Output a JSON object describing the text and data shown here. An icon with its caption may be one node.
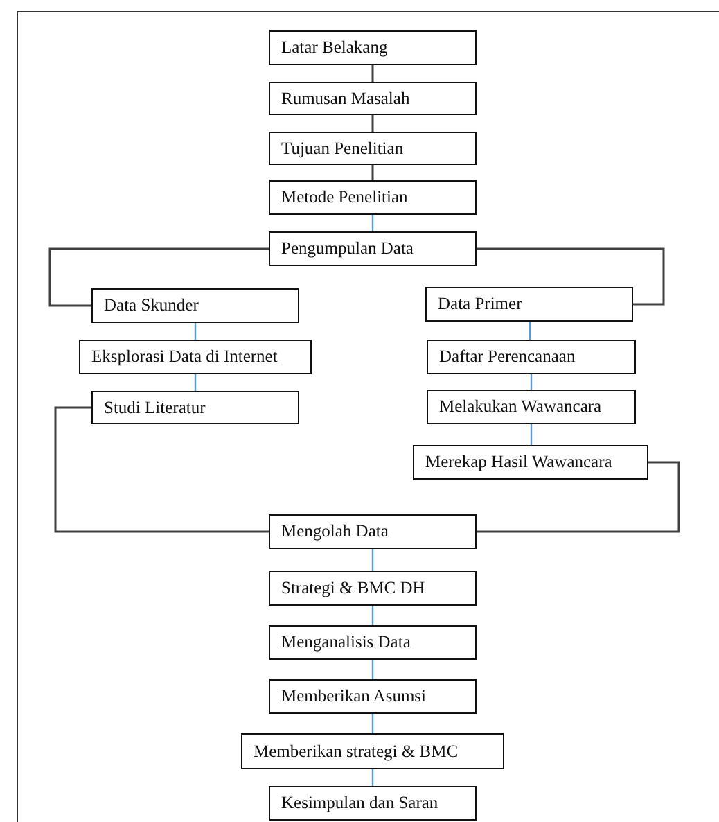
{
  "diagram": {
    "nodes": [
      {
        "text": [
          "Latar Belakang"
        ]
      },
      {
        "text": [
          "Rumusan Masalah"
        ]
      },
      {
        "text": [
          "Tujuan Penelitian"
        ]
      },
      {
        "text": [
          "Metode Penelitian"
        ]
      },
      {
        "text": [
          "Pengumpulan Data"
        ]
      },
      {
        "text": [
          "Data Skunder"
        ]
      },
      {
        "text": [
          "Eksplorasi Data di Internet"
        ]
      },
      {
        "text": [
          "Studi Literatur"
        ]
      },
      {
        "text": [
          "Data Primer"
        ]
      },
      {
        "text": [
          "Daftar Perencanaan"
        ]
      },
      {
        "text": [
          "Melakukan Wawancara"
        ]
      },
      {
        "text": [
          "Merekap Hasil Wawancara"
        ]
      },
      {
        "text": [
          "Mengolah Data"
        ]
      },
      {
        "text": [
          "Strategi & BMC DH"
        ]
      },
      {
        "text": [
          "Menganalisis Data"
        ]
      },
      {
        "text": [
          "Memberikan Asumsi"
        ]
      },
      {
        "text": [
          "Memberikan strategi & BMC"
        ]
      },
      {
        "text": [
          "Kesimpulan dan Saran"
        ]
      }
    ],
    "edges": [
      {
        "from": 0,
        "to": 1,
        "arrow": "none",
        "color": "#404040"
      },
      {
        "from": 1,
        "to": 2,
        "arrow": "none",
        "color": "#404040"
      },
      {
        "from": 2,
        "to": 3,
        "arrow": "none",
        "color": "#404040"
      },
      {
        "from": 3,
        "to": 4,
        "arrow": "none"
      },
      {
        "from": 4,
        "to": 5,
        "arrow": "none",
        "color": "#404040"
      },
      {
        "from": 4,
        "to": 8,
        "arrow": "none",
        "color": "#404040"
      },
      {
        "from": 5,
        "to": 6,
        "arrow": "none"
      },
      {
        "from": 6,
        "to": 7,
        "arrow": "none"
      },
      {
        "from": 8,
        "to": 9,
        "arrow": "none"
      },
      {
        "from": 9,
        "to": 10,
        "arrow": "none"
      },
      {
        "from": 10,
        "to": 11,
        "arrow": "none"
      },
      {
        "from": 7,
        "to": 12,
        "arrow": "none",
        "color": "#404040"
      },
      {
        "from": 11,
        "to": 12,
        "arrow": "none",
        "color": "#404040"
      },
      {
        "from": 12,
        "to": 13,
        "arrow": "none"
      },
      {
        "from": 13,
        "to": 14,
        "arrow": "none"
      },
      {
        "from": 14,
        "to": 15,
        "arrow": "none"
      },
      {
        "from": 15,
        "to": 16,
        "arrow": "none"
      },
      {
        "from": 16,
        "to": 17,
        "arrow": "none"
      }
    ]
  }
}
